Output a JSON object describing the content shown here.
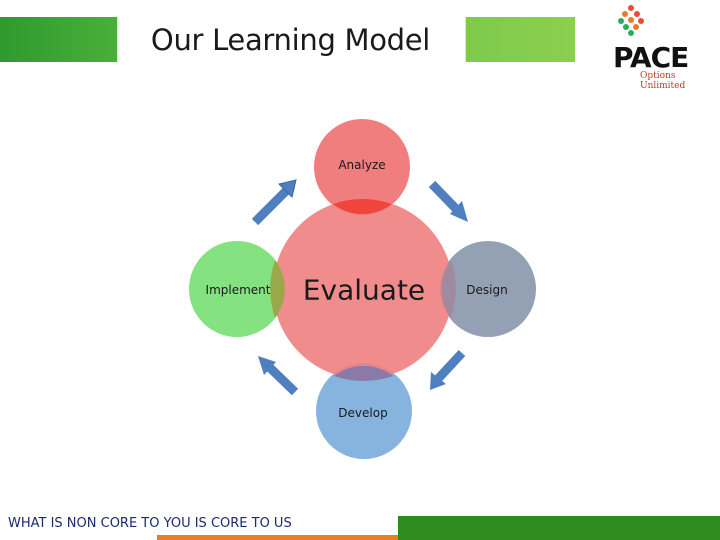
{
  "header": {
    "title": "Our Learning Model"
  },
  "logo": {
    "wordmark": "PACE",
    "tagline": "Options Unlimited"
  },
  "diagram": {
    "center": "Evaluate",
    "nodes": {
      "top": "Analyze",
      "right": "Design",
      "bottom": "Develop",
      "left": "Implement"
    }
  },
  "footer": {
    "slogan": "WHAT IS NON CORE TO YOU IS CORE TO US"
  },
  "colors": {
    "title_band": "#8ccf4f",
    "center": "#f08080",
    "top": "#f07070",
    "right": "#8e9cb0",
    "bottom": "#7fb0dc",
    "left": "#7ee07a",
    "arrow": "#4f7fbf",
    "footer_green": "#2e8b1e",
    "footer_orange": "#e67e22"
  }
}
